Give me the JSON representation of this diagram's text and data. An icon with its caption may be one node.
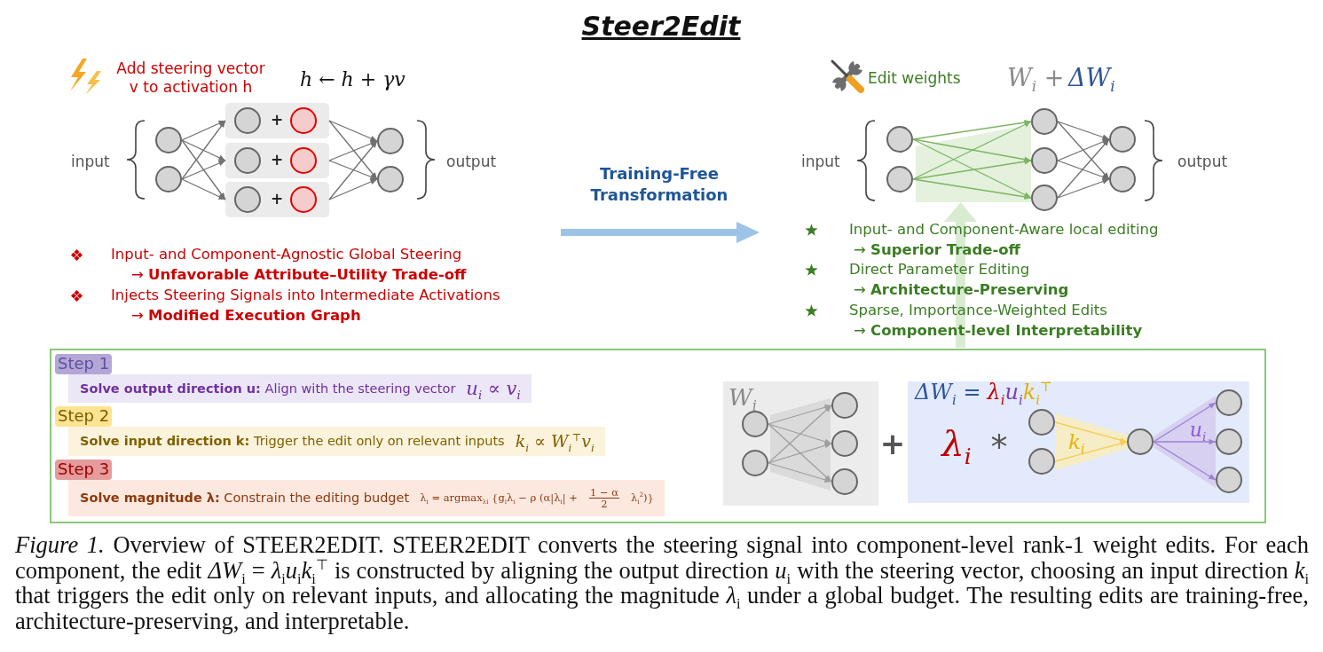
{
  "diagram": {
    "title": "Steer2Edit",
    "caption": "*Figure 1.* Overview of STEER2EDIT. STEER2EDIT converts the steering signal into component-level rank-1 weight edits. For each component, the edit *ΔW*$_{i}$ = *λ*$_{i}$*u*$_{i}$*k*$_{i}$$^{⊤}$ is constructed by aligning the output direction *u*$_{i}$ with the steering vector, choosing an input direction *k*$_{i}$ that triggers the edit only on relevant inputs, and allocating the magnitude *λ*$_{i}$ under a global budget. The resulting edits are training-free, architecture-preserving, and interpretable.",
    "nodes": [
      {
        "text": [],
        "shape": "circle"
      },
      {
        "text": [],
        "shape": "circle"
      },
      {
        "text": [
          "+"
        ]
      },
      {
        "text": [],
        "shape": "circle",
        "in": 2
      },
      {
        "text": [],
        "shape": "circle",
        "in": 2
      },
      {
        "text": [
          "+"
        ]
      },
      {
        "text": [],
        "shape": "circle",
        "in": 5
      },
      {
        "text": [],
        "shape": "circle",
        "in": 5
      },
      {
        "text": [
          "+"
        ]
      },
      {
        "text": [],
        "shape": "circle",
        "in": 8
      },
      {
        "text": [],
        "shape": "circle",
        "in": 8
      },
      {
        "text": [],
        "shape": "circle"
      },
      {
        "text": [],
        "shape": "circle"
      },
      {
        "text": [],
        "shape": "circle"
      },
      {
        "text": [],
        "shape": "circle"
      },
      {
        "text": [],
        "shape": "circle"
      },
      {
        "text": [],
        "shape": "circle"
      },
      {
        "text": [],
        "shape": "circle"
      },
      {
        "text": [],
        "shape": "circle"
      },
      {
        "text": [],
        "shape": "circle"
      },
      {
        "text": [],
        "shape": "box"
      },
      {
        "text": [
          "Step 1"
        ],
        "in": 20
      },
      {
        "text": [
          "**Solve output direction u:** Align with the steering vector",
          "u$_{i}$ ∝ v$_{i}$"
        ],
        "in": 20
      },
      {
        "text": [
          "Step 2"
        ],
        "in": 20
      },
      {
        "text": [
          "**Solve input direction k:** Trigger the edit only on relevant inputs",
          "k$_{i}$ ∝ W$_{i}$$^{⊤}$v$_{i}$"
        ],
        "in": 20
      },
      {
        "text": [
          "Step 3"
        ],
        "in": 20
      },
      {
        "text": [
          "**Solve magnitude λ:** Constrain the editing budget",
          "λ$_{i}$ = argmax$_{λi}$ {g$_{i}$λ$_{i}$ − ρ (α|λ$_{i}$| +",
          "1 − α",
          "2",
          "λ$_{i}$$^{2}$)}"
        ],
        "in": 20
      },
      {
        "text": [
          "W$_{i}$"
        ],
        "in": 20
      },
      {
        "text": [],
        "shape": "circle",
        "in": 27
      },
      {
        "text": [],
        "shape": "circle",
        "in": 27
      },
      {
        "text": [],
        "shape": "circle",
        "in": 27
      },
      {
        "text": [],
        "shape": "circle",
        "in": 27
      },
      {
        "text": [],
        "shape": "circle",
        "in": 27
      },
      {
        "text": [
          "ΔW$_{i}$ =",
          "λ$_{i}$",
          "u$_{i}$",
          "k$_{i}$$^{⊤}$",
          "λ$_{i}$",
          "*",
          "k$_{i}$",
          "u$_{i}$"
        ],
        "in": 20
      },
      {
        "text": [],
        "shape": "circle",
        "in": 33
      },
      {
        "text": [],
        "shape": "circle",
        "in": 33
      },
      {
        "text": [],
        "shape": "circle",
        "in": 33
      },
      {
        "text": [],
        "shape": "circle",
        "in": 33
      },
      {
        "text": [],
        "shape": "circle",
        "in": 33
      },
      {
        "text": [],
        "shape": "circle",
        "in": 33
      }
    ],
    "edges": [
      {
        "from": 0,
        "to": 2,
        "arrow": "to"
      },
      {
        "from": 0,
        "to": 5,
        "arrow": "to"
      },
      {
        "from": 0,
        "to": 8,
        "arrow": "to"
      },
      {
        "from": 1,
        "to": 2,
        "arrow": "to"
      },
      {
        "from": 1,
        "to": 5,
        "arrow": "to"
      },
      {
        "from": 1,
        "to": 8,
        "arrow": "to"
      },
      {
        "from": 2,
        "to": 11,
        "arrow": "to"
      },
      {
        "from": 2,
        "to": 12,
        "arrow": "to"
      },
      {
        "from": 5,
        "to": 11,
        "arrow": "to"
      },
      {
        "from": 5,
        "to": 12,
        "arrow": "to"
      },
      {
        "from": 8,
        "to": 11,
        "arrow": "to"
      },
      {
        "from": 8,
        "to": 12,
        "arrow": "to"
      },
      {
        "from": 13,
        "to": 15,
        "arrow": "to",
        "color": "#7db563"
      },
      {
        "from": 13,
        "to": 16,
        "arrow": "to",
        "color": "#7db563"
      },
      {
        "from": 13,
        "to": 17,
        "arrow": "to",
        "color": "#7db563"
      },
      {
        "from": 14,
        "to": 15,
        "arrow": "to",
        "color": "#7db563"
      },
      {
        "from": 14,
        "to": 16,
        "arrow": "to",
        "color": "#7db563"
      },
      {
        "from": 14,
        "to": 17,
        "arrow": "to",
        "color": "#7db563"
      },
      {
        "from": 15,
        "to": 18,
        "arrow": "to"
      },
      {
        "from": 15,
        "to": 19,
        "arrow": "to"
      },
      {
        "from": 16,
        "to": 18,
        "arrow": "to"
      },
      {
        "from": 16,
        "to": 19,
        "arrow": "to"
      },
      {
        "from": 17,
        "to": 18,
        "arrow": "to"
      },
      {
        "from": 17,
        "to": 19,
        "arrow": "to"
      },
      {
        "from": 28,
        "to": 30,
        "arrow": "to",
        "color": "#9e9e9e"
      },
      {
        "from": 28,
        "to": 31,
        "arrow": "to",
        "color": "#9e9e9e"
      },
      {
        "from": 28,
        "to": 32,
        "arrow": "to",
        "color": "#9e9e9e"
      },
      {
        "from": 29,
        "to": 30,
        "arrow": "to",
        "color": "#9e9e9e"
      },
      {
        "from": 29,
        "to": 31,
        "arrow": "to",
        "color": "#9e9e9e"
      },
      {
        "from": 29,
        "to": 32,
        "arrow": "to",
        "color": "#9e9e9e"
      },
      {
        "from": 34,
        "to": 36,
        "arrow": "to",
        "color": "#f5cf5a"
      },
      {
        "from": 35,
        "to": 36,
        "arrow": "to",
        "color": "#f5cf5a"
      },
      {
        "from": 36,
        "to": 37,
        "arrow": "to",
        "color": "#9a80d6"
      },
      {
        "from": 36,
        "to": 38,
        "arrow": "to",
        "color": "#9a80d6"
      },
      {
        "from": 36,
        "to": 39,
        "arrow": "to",
        "color": "#9a80d6"
      }
    ],
    "labels": [
      "Add steering vector v to activation h",
      "h ← h + γv",
      "input",
      "output",
      "Edit weights",
      "W$_{i}$ +",
      "ΔW$_{i}$",
      "input",
      "output",
      "Training-Free Transformation",
      "Input- and Component-Agnostic Global Steering",
      "→ **Unfavorable Attribute–Utility Trade-off**",
      "Injects Steering Signals into Intermediate Activations",
      "→ **Modified Execution Graph**",
      "Input- and Component-Aware local editing",
      "→ **Superior Trade-off**",
      "Direct Parameter Editing",
      "→ **Architecture-Preserving**",
      "Sparse, Importance-Weighted Edits",
      "→ **Component-level Interpretability**",
      "+"
    ]
  }
}
